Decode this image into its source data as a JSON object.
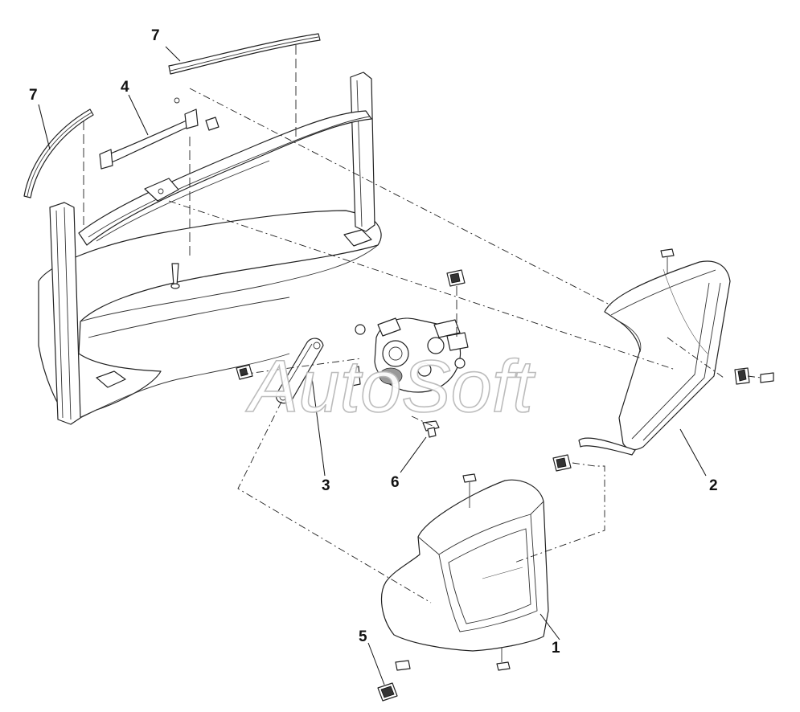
{
  "watermark": "AutoSoft",
  "callouts": [
    {
      "id": "7a",
      "label": "7"
    },
    {
      "id": "7b",
      "label": "7"
    },
    {
      "id": "4",
      "label": "4"
    },
    {
      "id": "3",
      "label": "3"
    },
    {
      "id": "6",
      "label": "6"
    },
    {
      "id": "2",
      "label": "2"
    },
    {
      "id": "5",
      "label": "5"
    },
    {
      "id": "1",
      "label": "1"
    }
  ],
  "colors": {
    "line": "#222222",
    "watermark_outline": "#b9b9b9",
    "background": "#ffffff"
  }
}
